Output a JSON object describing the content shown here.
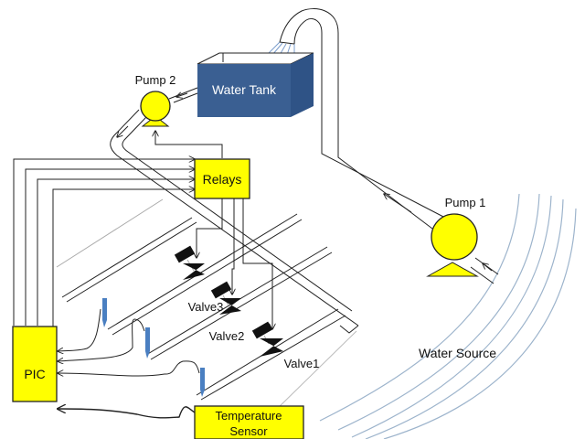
{
  "title": "Automatic irrigation system schematic",
  "colors": {
    "yellow": "#ffff00",
    "tank_blue": "#3a5f92",
    "sensor_blue": "#4a7fc1",
    "water_line": "#9db4cc",
    "line": "#222222"
  },
  "components": {
    "water_tank": {
      "label": "Water Tank"
    },
    "pump1": {
      "label": "Pump 1"
    },
    "pump2": {
      "label": "Pump 2"
    },
    "relays": {
      "label": "Relays"
    },
    "pic": {
      "label": "PIC"
    },
    "temperature_sensor": {
      "label_line1": "Temperature",
      "label_line2": "Sensor"
    },
    "water_source": {
      "label": "Water Source"
    },
    "valves": [
      {
        "label": "Valve3"
      },
      {
        "label": "Valve2"
      },
      {
        "label": "Valve1"
      }
    ],
    "moisture_sensors": [
      {
        "icon": "soil-probe-icon"
      },
      {
        "icon": "soil-probe-icon"
      },
      {
        "icon": "soil-probe-icon"
      }
    ]
  }
}
